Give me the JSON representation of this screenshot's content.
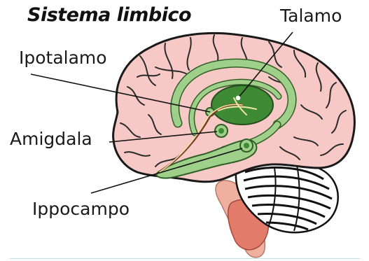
{
  "diagram": {
    "title": "Sistema limbico",
    "labels": {
      "talamo": "Talamo",
      "ipotalamo": "Ipotalamo",
      "amigdala": "Amigdala",
      "ippocampo": "Ippocampo"
    }
  },
  "colors": {
    "cortex_fill": "#f6c9c6",
    "cortex_stroke": "#1a1a1a",
    "limbic_green": "#9fd08a",
    "thalamus_dark": "#3f8a34",
    "brainstem": "#efb09f",
    "pons": "#e37b6b"
  }
}
